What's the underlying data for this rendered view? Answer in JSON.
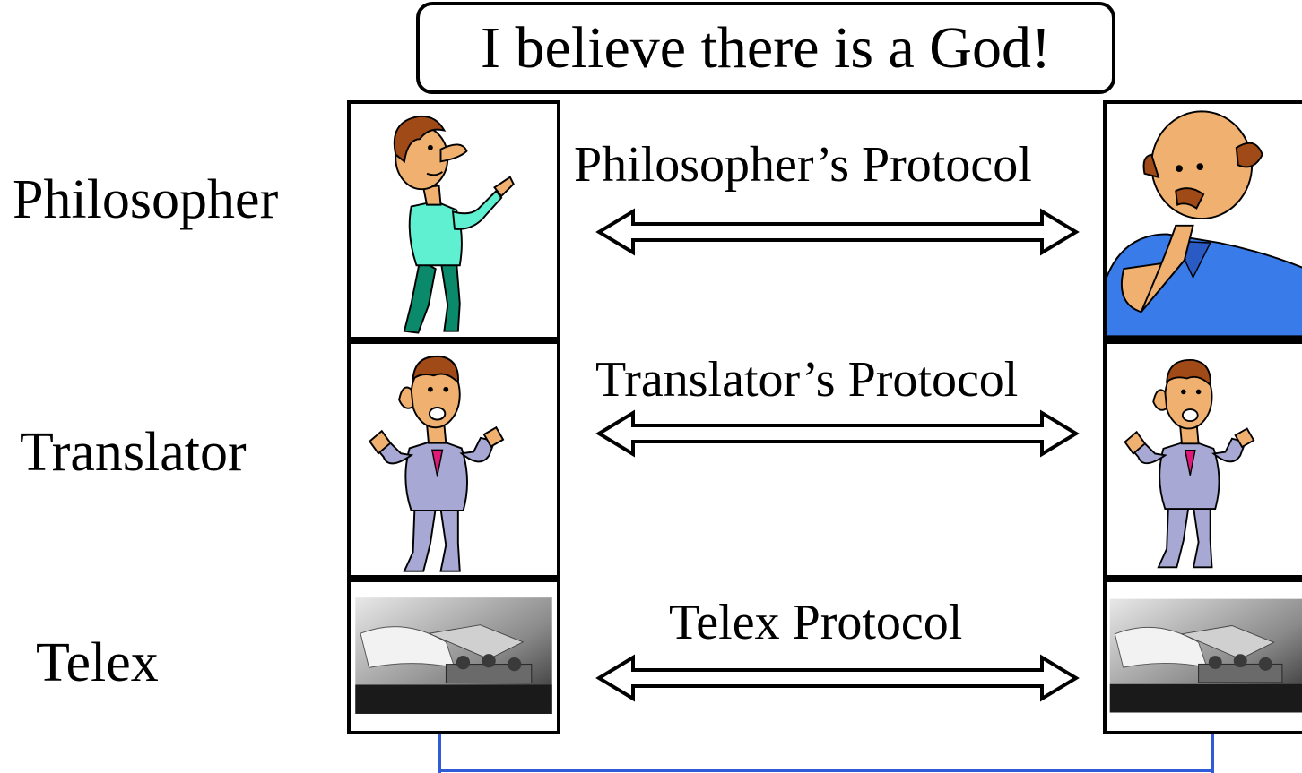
{
  "speech_bubble": {
    "text": "I believe there is a God!"
  },
  "layers": {
    "philosopher": {
      "label": "Philosopher",
      "protocol": "Philosopher’s Protocol"
    },
    "translator": {
      "label": "Translator",
      "protocol": "Translator’s Protocol"
    },
    "telex": {
      "label": "Telex",
      "protocol": "Telex Protocol"
    }
  },
  "colors": {
    "wire": "#2f5bd6",
    "shirt_left": "#5ef0d0",
    "pants_left": "#0a8a6a",
    "shirt_right": "#3a7bea",
    "suit": "#a8a8d4",
    "tie": "#e0187a",
    "skin": "#f0b070",
    "hair": "#a04a18"
  },
  "icons": {
    "philosopher_left": "pointing-man-icon",
    "philosopher_right": "thinking-man-icon",
    "translator": "shrugging-man-icon",
    "telex": "telegraph-key-photo"
  }
}
